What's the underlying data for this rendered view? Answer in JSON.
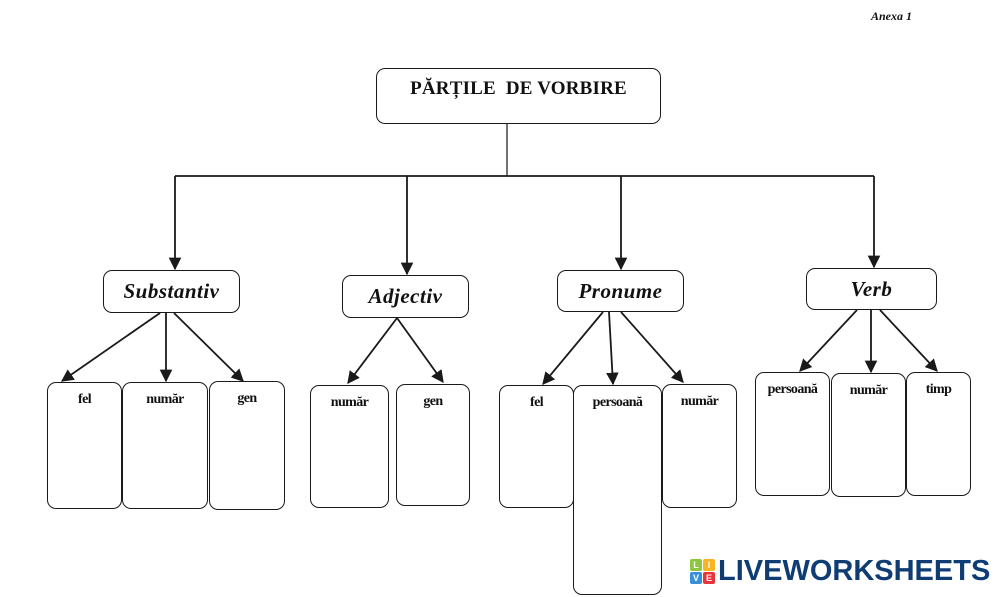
{
  "annex_label": "Anexa 1",
  "title": "PĂRȚILE  DE VORBIRE",
  "categories": [
    {
      "name": "Substantiv",
      "leaves": [
        "fel",
        "număr",
        "gen"
      ]
    },
    {
      "name": "Adjectiv",
      "leaves": [
        "număr",
        "gen"
      ]
    },
    {
      "name": "Pronume",
      "leaves": [
        "fel",
        "persoană",
        "număr"
      ]
    },
    {
      "name": "Verb",
      "leaves": [
        "persoană",
        "număr",
        "timp"
      ]
    }
  ],
  "logo": {
    "text": "LIVEWORKSHEETS",
    "tiles": [
      {
        "letter": "L",
        "color": "#8dc63f"
      },
      {
        "letter": "I",
        "color": "#f7b522"
      },
      {
        "letter": "V",
        "color": "#3a8fd9"
      },
      {
        "letter": "E",
        "color": "#e8333a"
      }
    ],
    "text_color": "#0f3d73"
  },
  "colors": {
    "line": "#1a1a1a",
    "background": "#ffffff"
  }
}
